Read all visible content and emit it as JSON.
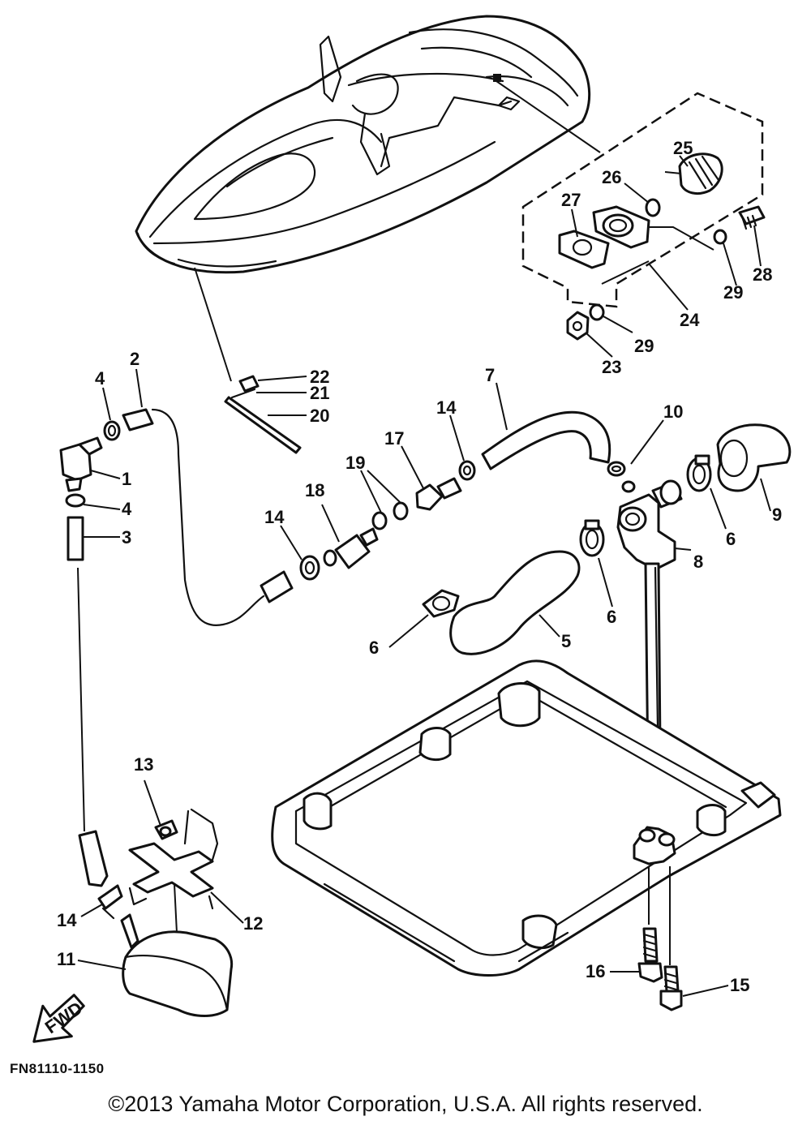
{
  "figure_code": "FN81110-1150",
  "copyright": "©2013 Yamaha Motor Corporation, U.S.A. All rights reserved.",
  "fwd_label": "FWD",
  "callouts": {
    "c1": "1",
    "c2": "2",
    "c3": "3",
    "c4a": "4",
    "c4b": "4",
    "c5": "5",
    "c6a": "6",
    "c6b": "6",
    "c6c": "6",
    "c7": "7",
    "c8": "8",
    "c9": "9",
    "c10": "10",
    "c11": "11",
    "c12": "12",
    "c13": "13",
    "c14a": "14",
    "c14b": "14",
    "c14c": "14",
    "c15": "15",
    "c16": "16",
    "c17": "17",
    "c18": "18",
    "c19": "19",
    "c20": "20",
    "c21": "21",
    "c22": "22",
    "c23": "23",
    "c24": "24",
    "c25": "25",
    "c26": "26",
    "c27": "27",
    "c28": "28",
    "c29a": "29",
    "c29b": "29"
  }
}
